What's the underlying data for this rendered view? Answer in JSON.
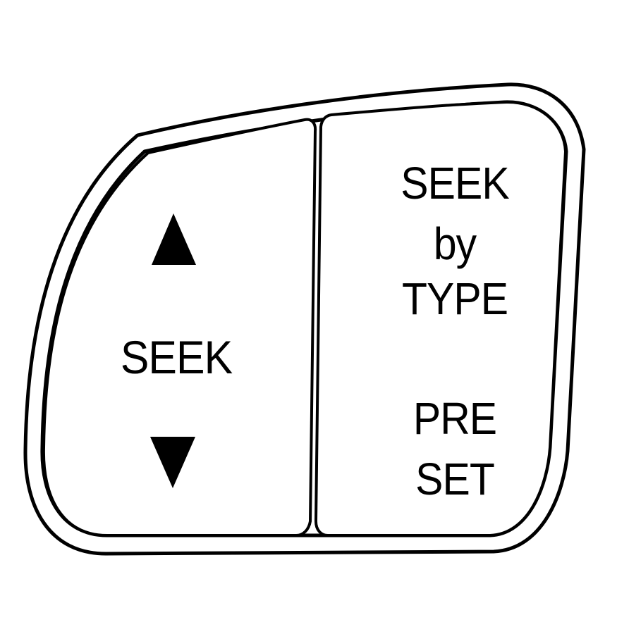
{
  "control": {
    "left_button": {
      "label": "SEEK",
      "up_icon": "triangle-up-icon",
      "down_icon": "triangle-down-icon"
    },
    "right_button": {
      "seek_line1": "SEEK",
      "seek_line2": "by",
      "seek_line3": "TYPE",
      "preset_line1": "PRE",
      "preset_line2": "SET"
    }
  },
  "colors": {
    "stroke": "#000000",
    "background": "#ffffff"
  }
}
